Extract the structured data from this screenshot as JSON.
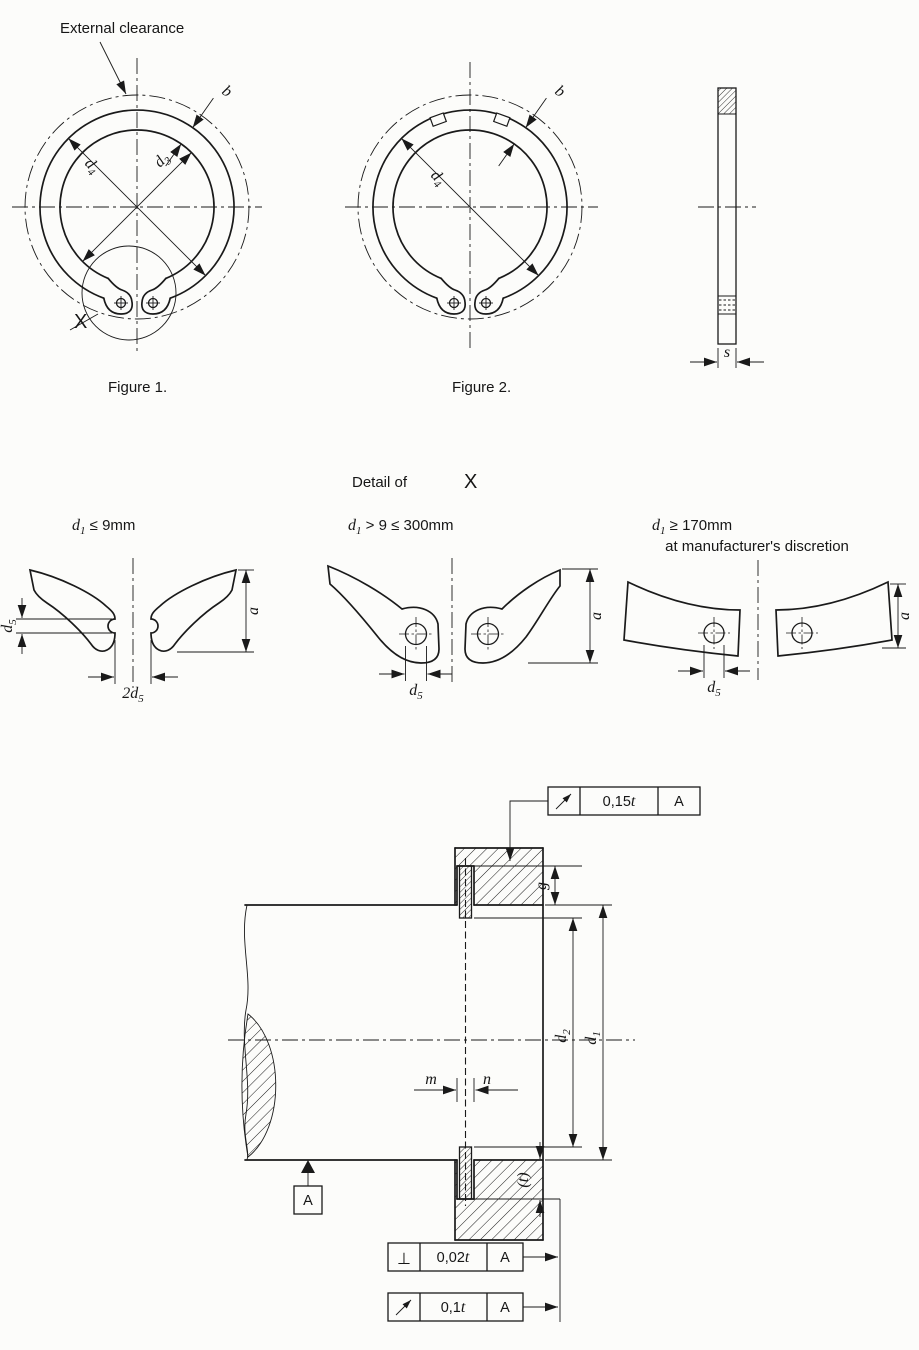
{
  "page": {
    "background": "#fcfcfa",
    "ink": "#1a1a1a"
  },
  "figure1": {
    "caption": "Figure 1.",
    "external_clearance_label": "External clearance",
    "detail_marker": "X",
    "dims": {
      "d4": {
        "base": "d",
        "sub": "4"
      },
      "d3": {
        "base": "d",
        "sub": "3"
      },
      "b": "b"
    }
  },
  "figure2": {
    "caption": "Figure 2.",
    "dims": {
      "d4": {
        "base": "d",
        "sub": "4"
      },
      "b": "b"
    }
  },
  "side_view": {
    "dims": {
      "s": "s"
    }
  },
  "detail_section": {
    "title": "Detail of",
    "title_ref": "X",
    "variant1": {
      "condition": {
        "base": "d",
        "sub": "1",
        "rest": " ≤ 9mm"
      },
      "dims": {
        "d5": {
          "base": "d",
          "sub": "5"
        },
        "two_d5": {
          "prefix": "2",
          "base": "d",
          "sub": "5"
        },
        "a": "a"
      }
    },
    "variant2": {
      "condition": {
        "base": "d",
        "sub": "1",
        "rest": " > 9 ≤ 300mm"
      },
      "dims": {
        "d5": {
          "base": "d",
          "sub": "5"
        },
        "a": "a"
      }
    },
    "variant3": {
      "condition": {
        "base": "d",
        "sub": "1",
        "rest": " ≥ 170mm"
      },
      "note": "at manufacturer's discretion",
      "dims": {
        "d5": {
          "base": "d",
          "sub": "5"
        },
        "a": "a"
      }
    }
  },
  "installation": {
    "fcf_runout_top": {
      "symbol": "circular-runout-arrow",
      "value": "0,15",
      "value_suffix": "t",
      "datum": "A"
    },
    "fcf_perpendicularity": {
      "symbol": "⊥",
      "value": "0,02",
      "value_suffix": "t",
      "datum": "A"
    },
    "fcf_runout_bottom": {
      "symbol": "circular-runout-arrow",
      "value": "0,1",
      "value_suffix": "t",
      "datum": "A"
    },
    "datum_label": "A",
    "dims": {
      "g": "g",
      "d2": {
        "base": "d",
        "sub": "2"
      },
      "d1": {
        "base": "d",
        "sub": "1"
      },
      "m": "m",
      "n": "n",
      "t": "(t)"
    }
  }
}
